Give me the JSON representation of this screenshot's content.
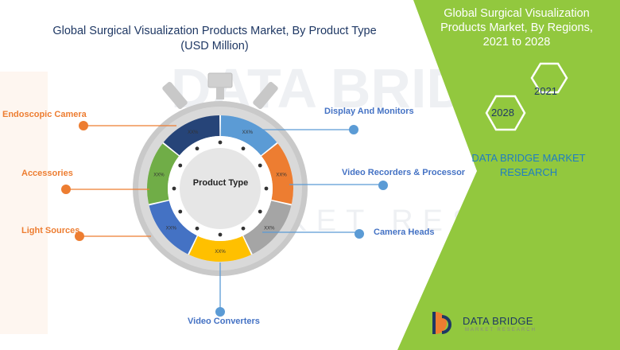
{
  "header": {
    "title_line1": "Global Surgical Visualization Products Market, By Product Type",
    "title_line2": "(USD Million)"
  },
  "diagram": {
    "center_label": "Product Type",
    "segments": [
      {
        "name": "Display And Monitors",
        "value_label": "XX%",
        "color": "#5b9bd5",
        "side": "right"
      },
      {
        "name": "Video Recorders & Processor",
        "value_label": "XX%",
        "color": "#ed7d31",
        "side": "right"
      },
      {
        "name": "Camera Heads",
        "value_label": "XX%",
        "color": "#a5a5a5",
        "side": "right"
      },
      {
        "name": "Video Converters",
        "value_label": "XX%",
        "color": "#ffc000",
        "side": "bottom"
      },
      {
        "name": "Light Sources",
        "value_label": "XX%",
        "color": "#4472c4",
        "side": "left"
      },
      {
        "name": "Accessories",
        "value_label": "XX%",
        "color": "#70ad47",
        "side": "left"
      },
      {
        "name": "Endoscopic Camera",
        "value_label": "XX%",
        "color": "#264478",
        "side": "left"
      }
    ]
  },
  "side_panel": {
    "title_line1": "Global Surgical Visualization",
    "title_line2": "Products Market, By Regions,",
    "title_line3": "2021 to 2028",
    "hex_year_a": "2021",
    "hex_year_b": "2028",
    "brand_line1": "DATA BRIDGE MARKET",
    "brand_line2": "RESEARCH",
    "panel_color": "#92c83e",
    "hex_stroke": "#ffffff"
  },
  "logo": {
    "name": "DATA BRIDGE",
    "tagline": "MARKET RESEARCH"
  }
}
